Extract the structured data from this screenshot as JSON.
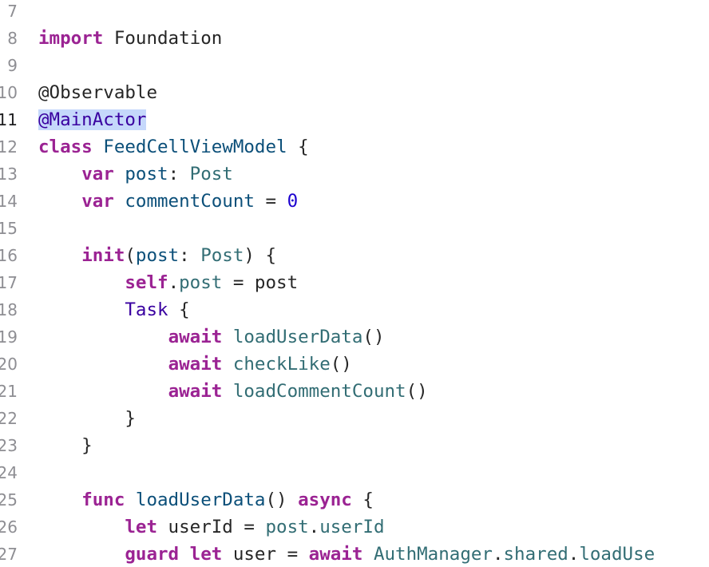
{
  "editor": {
    "current_line": 11,
    "line_numbers": [
      "7",
      "8",
      "9",
      "10",
      "11",
      "12",
      "13",
      "14",
      "15",
      "16",
      "17",
      "18",
      "19",
      "20",
      "21",
      "22",
      "23",
      "24",
      "25",
      "26",
      "27"
    ],
    "lines": [
      [],
      [
        {
          "t": "import",
          "c": "kw"
        },
        {
          "t": " Foundation",
          "c": "plain"
        }
      ],
      [],
      [
        {
          "t": "@Observable",
          "c": "plain"
        }
      ],
      [
        {
          "t": "@MainActor",
          "c": "type sel"
        }
      ],
      [
        {
          "t": "class",
          "c": "kw"
        },
        {
          "t": " ",
          "c": "plain"
        },
        {
          "t": "FeedCellViewModel",
          "c": "tname"
        },
        {
          "t": " {",
          "c": "plain"
        }
      ],
      [
        {
          "t": "    ",
          "c": "plain"
        },
        {
          "t": "var",
          "c": "kw"
        },
        {
          "t": " ",
          "c": "plain"
        },
        {
          "t": "post",
          "c": "tname"
        },
        {
          "t": ": ",
          "c": "plain"
        },
        {
          "t": "Post",
          "c": "ident"
        }
      ],
      [
        {
          "t": "    ",
          "c": "plain"
        },
        {
          "t": "var",
          "c": "kw"
        },
        {
          "t": " ",
          "c": "plain"
        },
        {
          "t": "commentCount",
          "c": "tname"
        },
        {
          "t": " = ",
          "c": "plain"
        },
        {
          "t": "0",
          "c": "num"
        }
      ],
      [],
      [
        {
          "t": "    ",
          "c": "plain"
        },
        {
          "t": "init",
          "c": "kw"
        },
        {
          "t": "(",
          "c": "plain"
        },
        {
          "t": "post",
          "c": "tname"
        },
        {
          "t": ": ",
          "c": "plain"
        },
        {
          "t": "Post",
          "c": "ident"
        },
        {
          "t": ") {",
          "c": "plain"
        }
      ],
      [
        {
          "t": "        ",
          "c": "plain"
        },
        {
          "t": "self",
          "c": "kw"
        },
        {
          "t": ".",
          "c": "plain"
        },
        {
          "t": "post",
          "c": "ident"
        },
        {
          "t": " = post",
          "c": "plain"
        }
      ],
      [
        {
          "t": "        ",
          "c": "plain"
        },
        {
          "t": "Task",
          "c": "type"
        },
        {
          "t": " {",
          "c": "plain"
        }
      ],
      [
        {
          "t": "            ",
          "c": "plain"
        },
        {
          "t": "await",
          "c": "kw"
        },
        {
          "t": " ",
          "c": "plain"
        },
        {
          "t": "loadUserData",
          "c": "ident"
        },
        {
          "t": "()",
          "c": "plain"
        }
      ],
      [
        {
          "t": "            ",
          "c": "plain"
        },
        {
          "t": "await",
          "c": "kw"
        },
        {
          "t": " ",
          "c": "plain"
        },
        {
          "t": "checkLike",
          "c": "ident"
        },
        {
          "t": "()",
          "c": "plain"
        }
      ],
      [
        {
          "t": "            ",
          "c": "plain"
        },
        {
          "t": "await",
          "c": "kw"
        },
        {
          "t": " ",
          "c": "plain"
        },
        {
          "t": "loadCommentCount",
          "c": "ident"
        },
        {
          "t": "()",
          "c": "plain"
        }
      ],
      [
        {
          "t": "        }",
          "c": "plain"
        }
      ],
      [
        {
          "t": "    }",
          "c": "plain"
        }
      ],
      [],
      [
        {
          "t": "    ",
          "c": "plain"
        },
        {
          "t": "func",
          "c": "kw"
        },
        {
          "t": " ",
          "c": "plain"
        },
        {
          "t": "loadUserData",
          "c": "tname"
        },
        {
          "t": "() ",
          "c": "plain"
        },
        {
          "t": "async",
          "c": "kw"
        },
        {
          "t": " {",
          "c": "plain"
        }
      ],
      [
        {
          "t": "        ",
          "c": "plain"
        },
        {
          "t": "let",
          "c": "kw"
        },
        {
          "t": " userId = ",
          "c": "plain"
        },
        {
          "t": "post",
          "c": "ident"
        },
        {
          "t": ".",
          "c": "plain"
        },
        {
          "t": "userId",
          "c": "ident"
        }
      ],
      [
        {
          "t": "        ",
          "c": "plain"
        },
        {
          "t": "guard",
          "c": "kw"
        },
        {
          "t": " ",
          "c": "plain"
        },
        {
          "t": "let",
          "c": "kw"
        },
        {
          "t": " user = ",
          "c": "plain"
        },
        {
          "t": "await",
          "c": "kw"
        },
        {
          "t": " ",
          "c": "plain"
        },
        {
          "t": "AuthManager",
          "c": "ident"
        },
        {
          "t": ".",
          "c": "plain"
        },
        {
          "t": "shared",
          "c": "ident"
        },
        {
          "t": ".",
          "c": "plain"
        },
        {
          "t": "loadUse",
          "c": "ident"
        }
      ]
    ]
  }
}
